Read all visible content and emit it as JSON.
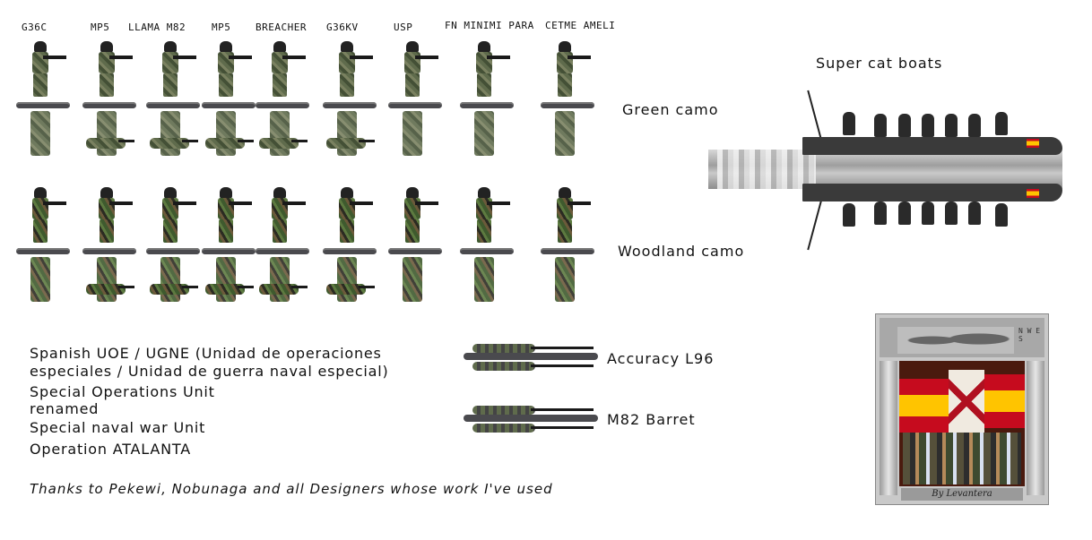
{
  "weapons": [
    "G36C",
    "MP5",
    "LLAMA M82",
    "MP5",
    "BREACHER",
    "G36KV",
    "USP",
    "FN MINIMI PARA",
    "CETME AMELI"
  ],
  "camo": {
    "green": "Green camo",
    "woodland": "Woodland camo"
  },
  "boat": {
    "label": "Super cat boats"
  },
  "snipers": {
    "first": "Accuracy L96",
    "second": "M82 Barret"
  },
  "info": {
    "line1": "Spanish UOE / UGNE (Unidad de operaciones",
    "line2": "especiales / Unidad de guerra naval especial)",
    "line3": "Special Operations Unit",
    "line4": "renamed",
    "line5": "Special naval war Unit",
    "line6": "Operation ATALANTA"
  },
  "thanks": "Thanks to Pekewi, Nobunaga and all Designers whose work I've used",
  "frame": {
    "signature": "By Levantera",
    "compass": "N W E S"
  },
  "colors": {
    "green_camo": "#5f6b4c",
    "woodland_camo": "#3f5a2e",
    "spain_red": "#c60b1e",
    "spain_yellow": "#ffc400"
  }
}
